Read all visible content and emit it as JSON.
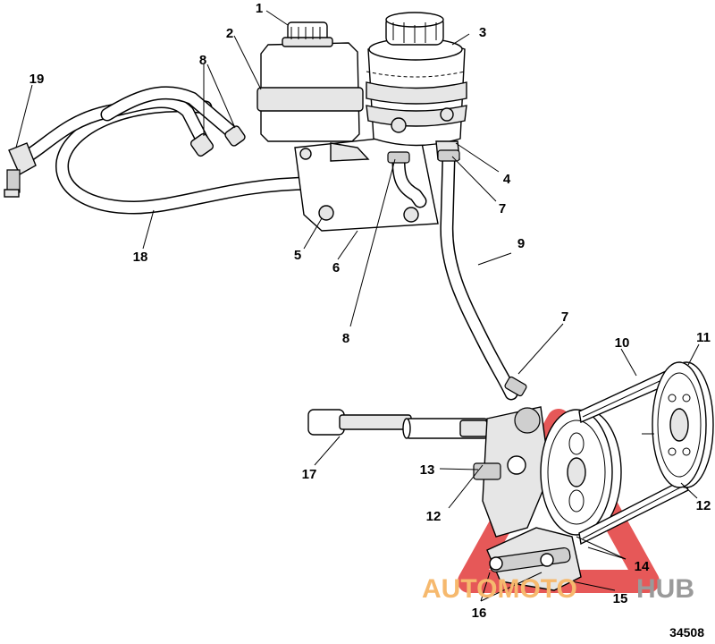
{
  "figure_number": "34508",
  "watermark": {
    "part1": "AUTOMOTO",
    "part2": "HUB",
    "color_primary": "#e23b3b",
    "color_text": "#f6b96e",
    "color_text2": "#9a9a9a"
  },
  "callouts": {
    "c1": "1",
    "c2": "2",
    "c3": "3",
    "c4": "4",
    "c5": "5",
    "c6": "6",
    "c7a": "7",
    "c7b": "7",
    "c8a": "8",
    "c8b": "8",
    "c9": "9",
    "c10": "10",
    "c11": "11",
    "c12a": "12",
    "c12b": "12",
    "c13": "13",
    "c14": "14",
    "c15": "15",
    "c16": "16",
    "c17": "17",
    "c18": "18",
    "c19": "19"
  }
}
